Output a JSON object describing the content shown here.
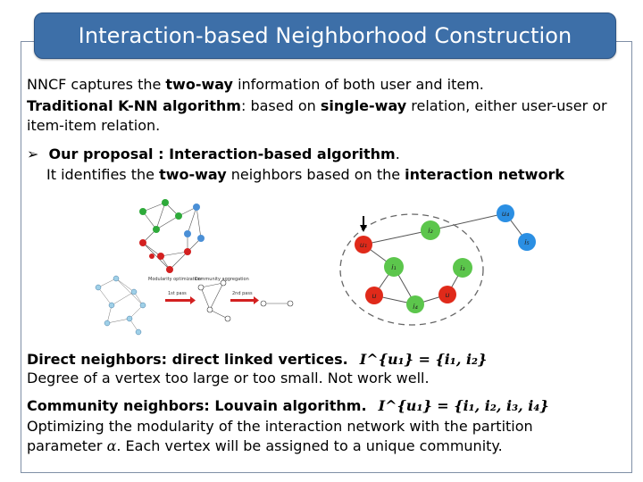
{
  "title": "Interaction-based Neighborhood Construction",
  "intro": {
    "line1": [
      "NNCF captures the ",
      "two-way",
      " information of both user and item."
    ],
    "line2": [
      "Traditional K-NN algorithm",
      ": based on ",
      "single-way",
      " relation, either user-user or"
    ],
    "line3": "item-item relation."
  },
  "proposal": {
    "bullet": "➢",
    "line1": "Our proposal : Interaction-based algorithm",
    "line1_end": ".",
    "line2": [
      "It identifies the ",
      "two-way",
      " neighbors based on the ",
      "interaction network"
    ]
  },
  "figure_left": {
    "labels": [
      "Modularity optimization",
      "Community aggregation",
      "1st pass",
      "2nd pass"
    ]
  },
  "figure_right": {
    "nodes": [
      "u₁",
      "i₂",
      "i₁",
      "i₃",
      "u₄",
      "i₅",
      "i₄",
      "u"
    ],
    "colors": {
      "green": "#5cc64c",
      "red": "#e02a1a",
      "blue": "#2b8fe3"
    }
  },
  "direct": {
    "label": "Direct neighbors: direct linked vertices.",
    "formula": "I^{u₁} = {i₁, i₂}",
    "sub": "Degree of a vertex too large or too small. Not work well."
  },
  "community": {
    "label": "Community neighbors: Louvain algorithm.",
    "formula": "I^{u₁} = {i₁, i₂, i₃, i₄}",
    "line2": "Optimizing the modularity of the  interaction network with the partition",
    "line3_pre": "parameter ",
    "alpha": "α",
    "line3_post": ".  Each vertex will be assigned to a unique community."
  }
}
